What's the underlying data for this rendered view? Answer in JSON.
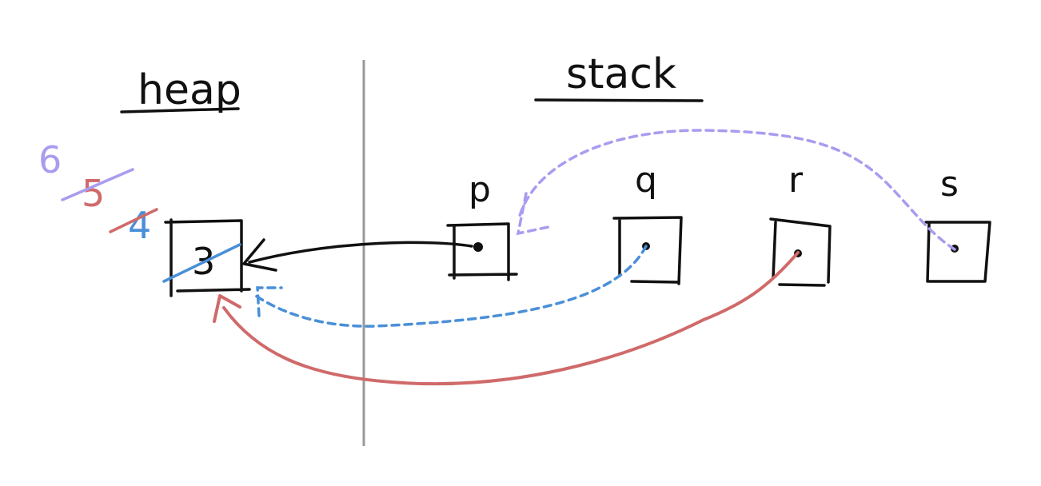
{
  "heap": {
    "title": "heap",
    "value": "3",
    "history": [
      "4",
      "5",
      "6"
    ]
  },
  "stack": {
    "title": "stack",
    "vars": [
      {
        "name": "p"
      },
      {
        "name": "q"
      },
      {
        "name": "r"
      },
      {
        "name": "s"
      }
    ]
  },
  "colors": {
    "ink": "#111111",
    "divider": "#999999",
    "blue": "#4a8fd8",
    "red": "#d06a6a",
    "purple": "#a99cef"
  }
}
